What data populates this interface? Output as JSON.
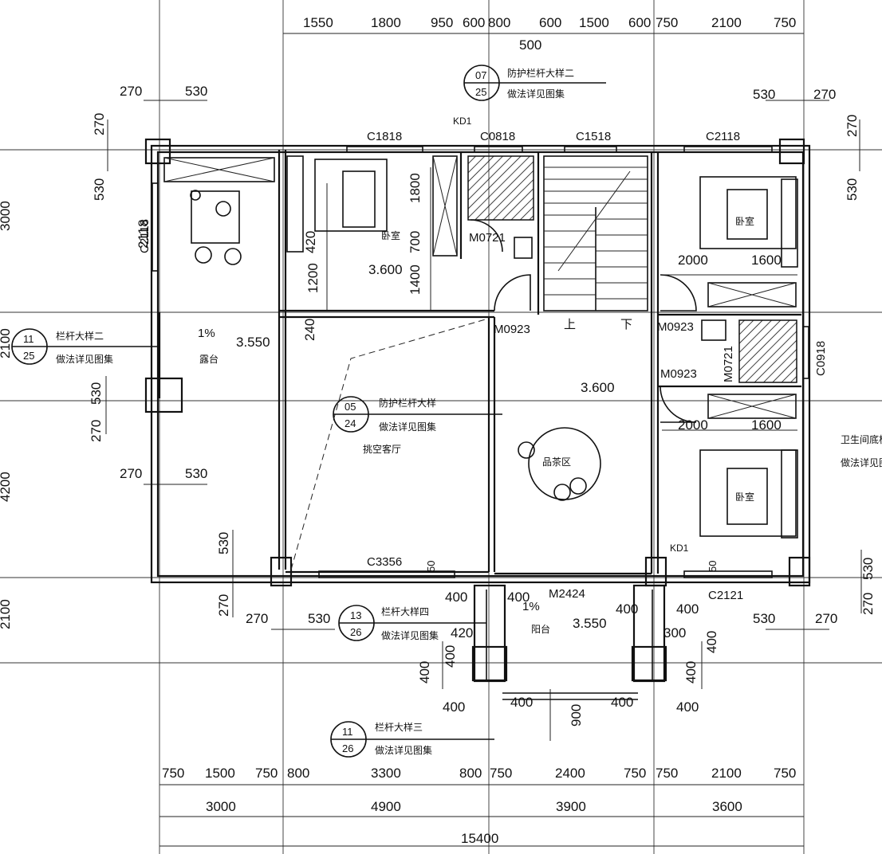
{
  "dims": {
    "top_row": [
      "1550",
      "1800",
      "950",
      "600",
      "800",
      "600",
      "1500",
      "600",
      "750",
      "2100",
      "750"
    ],
    "top_extra": "500",
    "bottom_row1": [
      "750",
      "1500",
      "750",
      "800",
      "3300",
      "800",
      "750",
      "2400",
      "750",
      "750",
      "2100",
      "750"
    ],
    "bottom_row2": [
      "3000",
      "4900",
      "3900",
      "3600"
    ],
    "bottom_total": "15400",
    "left": [
      "270",
      "530",
      "270",
      "530",
      "2118",
      "1800",
      "700",
      "1200",
      "1400",
      "240",
      "530",
      "270",
      "270",
      "530",
      "530",
      "270",
      "270",
      "530"
    ],
    "right": [
      "530",
      "270",
      "270",
      "530",
      "530",
      "270",
      "270"
    ],
    "misc": [
      "2000",
      "1600",
      "2000",
      "1600",
      "400",
      "400",
      "400",
      "400",
      "420",
      "400",
      "400",
      "400",
      "400",
      "300",
      "900",
      "400",
      "400",
      "400",
      "400",
      "50",
      "50"
    ]
  },
  "windows": [
    "C1818",
    "C0818",
    "C1518",
    "C2118",
    "C2118",
    "C0918",
    "C3356",
    "C2121"
  ],
  "doors": [
    "M0721",
    "M0923",
    "M0923",
    "M0721",
    "M0923",
    "M2424"
  ],
  "markers": [
    "KD1",
    "KD1"
  ],
  "rooms": [
    "卧室",
    "卧室",
    "卧室",
    "露台",
    "挑空客厅",
    "品茶区",
    "阳台"
  ],
  "stairs": [
    "上",
    "下"
  ],
  "elevations": [
    "3.600",
    "3.550",
    "3.600",
    "3.550"
  ],
  "slopes": [
    "1%",
    "1%"
  ],
  "callouts": [
    {
      "num": "07",
      "sheet": "25",
      "title": "防护栏杆大样二",
      "note": "做法详见图集"
    },
    {
      "num": "11",
      "sheet": "25",
      "title": "栏杆大样二",
      "note": "做法详见图集"
    },
    {
      "num": "05",
      "sheet": "24",
      "title": "防护栏杆大样",
      "note": "做法详见图集"
    },
    {
      "num": "13",
      "sheet": "26",
      "title": "栏杆大样四",
      "note": "做法详见图集"
    },
    {
      "num": "11",
      "sheet": "26",
      "title": "栏杆大样三",
      "note": "做法详见图集"
    }
  ],
  "side_note": {
    "title": "卫生间底板",
    "note": "做法详见图集"
  },
  "left_edge": [
    "3000",
    "2100",
    "4200",
    "2100"
  ]
}
